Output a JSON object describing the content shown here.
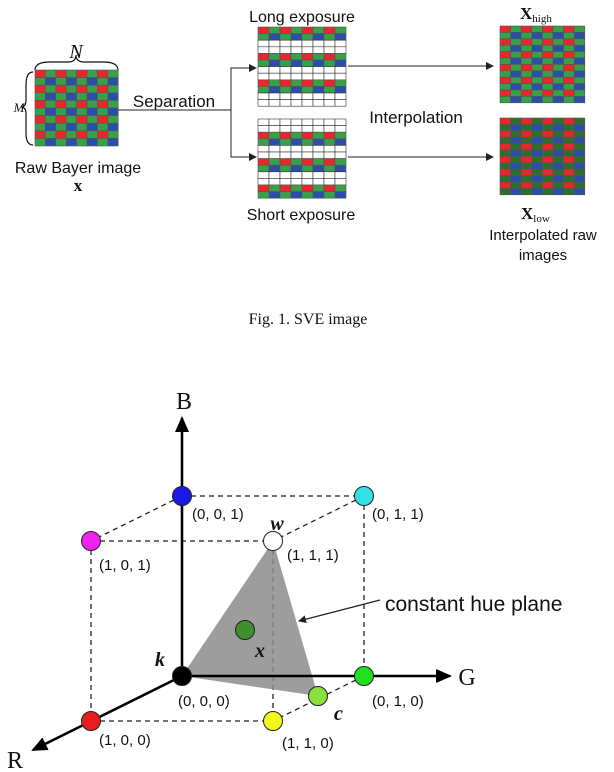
{
  "colors": {
    "red": "#e8262b",
    "green": "#39a04a",
    "blue": "#2b4fa8",
    "dark_green": "#2f6e2f",
    "plane": "#8c8c8c"
  },
  "fig1": {
    "n_label": "N",
    "m_label": "M",
    "raw_caption": "Raw Bayer image",
    "raw_symbol": "x",
    "separation": "Separation",
    "long_exposure": "Long exposure",
    "short_exposure": "Short exposure",
    "interpolation": "Interpolation",
    "x_high_main": "X",
    "x_high_sub": "high",
    "x_low_main": "X",
    "x_low_sub": "low",
    "interpolated_line1": "Interpolated raw",
    "interpolated_line2": "images",
    "caption": "Fig. 1.  SVE image"
  },
  "fig2": {
    "axis_b": "B",
    "axis_g": "G",
    "axis_r": "R",
    "plane_label": "constant hue plane",
    "vertices": [
      {
        "id": "k",
        "coord": "(0, 0, 0)",
        "color": "#000000",
        "symbol": "k"
      },
      {
        "id": "blue",
        "coord": "(0, 0, 1)",
        "color": "#1a1ae6",
        "symbol": ""
      },
      {
        "id": "green",
        "coord": "(0, 1, 0)",
        "color": "#1fe01f",
        "symbol": ""
      },
      {
        "id": "red",
        "coord": "(1, 0, 0)",
        "color": "#e81e1e",
        "symbol": ""
      },
      {
        "id": "cyan",
        "coord": "(0, 1, 1)",
        "color": "#33e0e8",
        "symbol": ""
      },
      {
        "id": "magenta",
        "coord": "(1, 0, 1)",
        "color": "#ee22ee",
        "symbol": ""
      },
      {
        "id": "yellow",
        "coord": "(1, 1, 0)",
        "color": "#f5f51e",
        "symbol": ""
      },
      {
        "id": "w",
        "coord": "(1, 1, 1)",
        "color": "#ffffff",
        "symbol": "w"
      }
    ],
    "point_c": {
      "symbol": "c",
      "color": "#88e03a"
    },
    "point_x": {
      "symbol": "x",
      "color": "#3f8f2f"
    }
  }
}
